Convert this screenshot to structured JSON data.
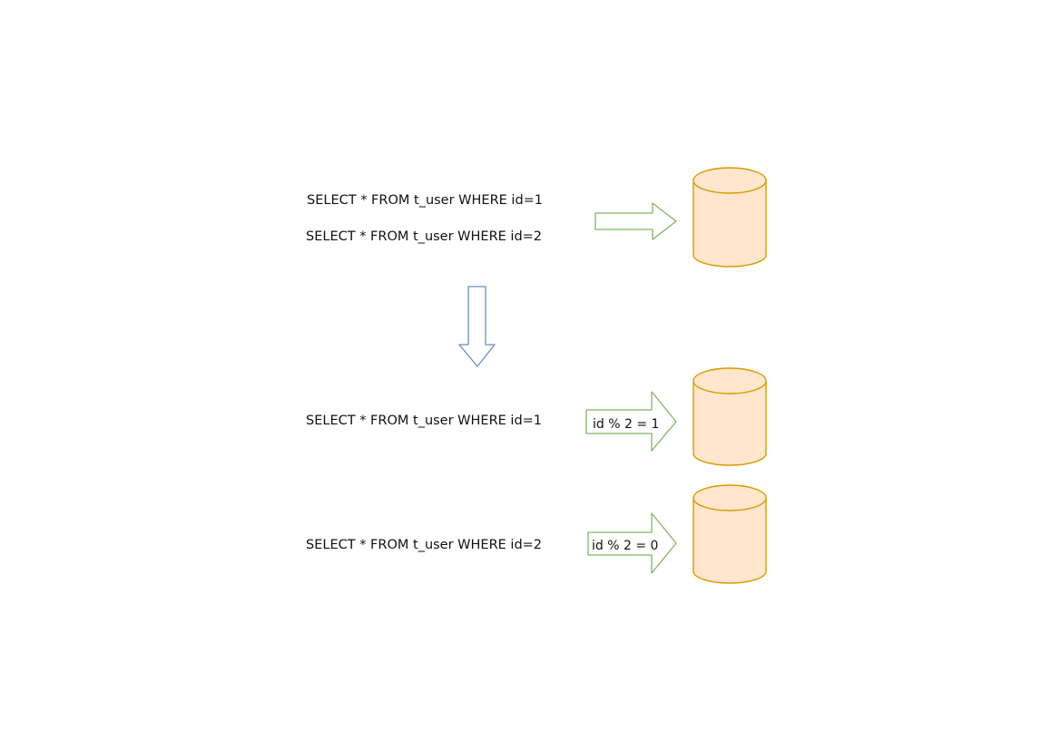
{
  "diagram": {
    "before": {
      "query_1": "SELECT * FROM t_user WHERE id=1",
      "query_2": "SELECT * FROM t_user WHERE id=2"
    },
    "after": {
      "query_1": "SELECT * FROM t_user WHERE id=1",
      "condition_1": "id % 2 = 1",
      "query_2": "SELECT * FROM t_user WHERE id=2",
      "condition_2": "id % 2 = 0"
    },
    "colors": {
      "arrow_green_stroke": "#82b366",
      "arrow_blue_stroke": "#6c8ebf",
      "database_fill": "#ffe6cc",
      "database_stroke": "#d79b00",
      "text": "#111111"
    }
  }
}
